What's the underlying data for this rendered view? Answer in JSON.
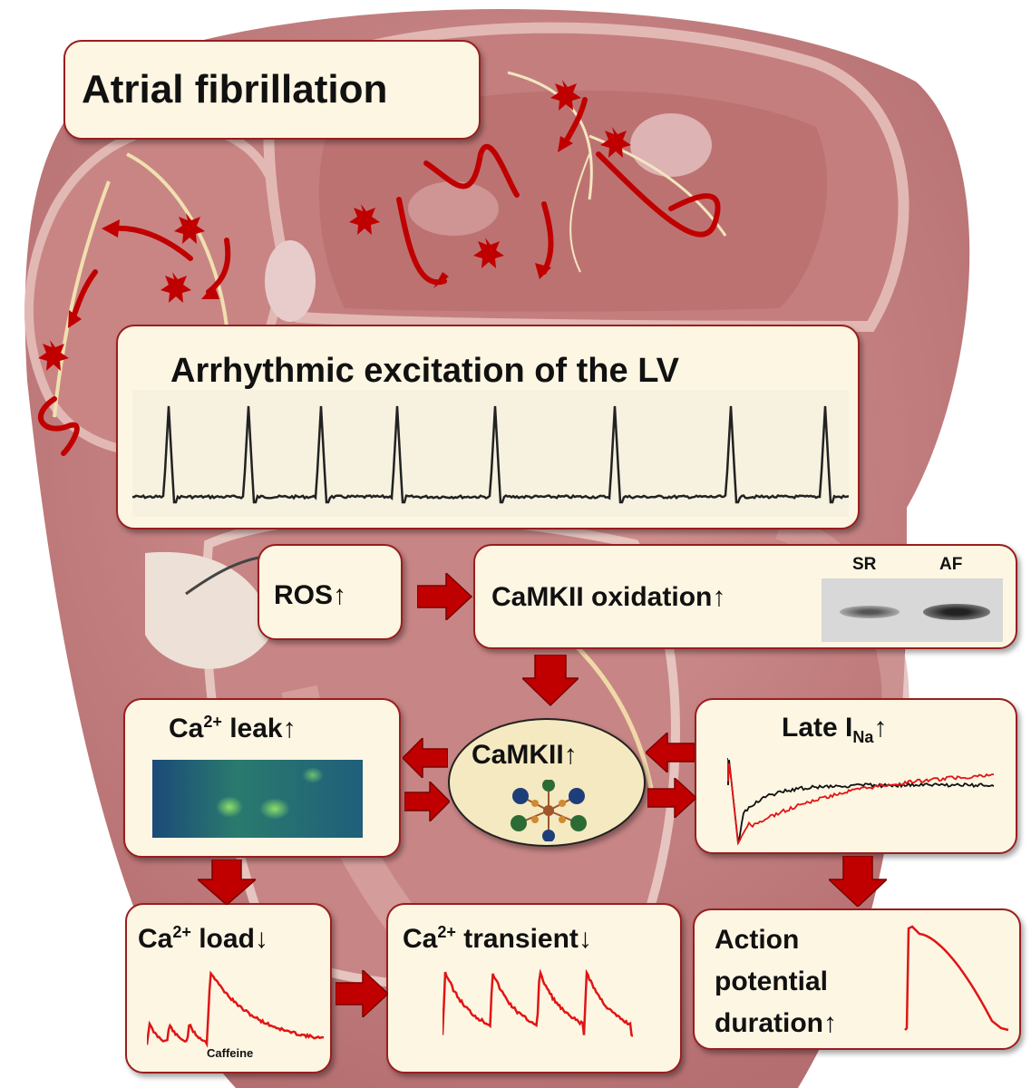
{
  "title": "Atrial fibrillation",
  "lv": {
    "title": "Arrhythmic excitation of the LV"
  },
  "ros": {
    "label": "ROS↑"
  },
  "oxidation": {
    "label": "CaMKII oxidation↑",
    "lanes": [
      "SR",
      "AF"
    ]
  },
  "leak": {
    "prefix": "Ca",
    "sup": "2+",
    "suffix": " leak↑"
  },
  "camkii": {
    "label": "CaMKII↑"
  },
  "late_ina": {
    "prefix": "Late I",
    "sub": "Na",
    "suffix": "↑"
  },
  "load": {
    "prefix": "Ca",
    "sup": "2+",
    "suffix": " load↓",
    "annotation": "Caffeine"
  },
  "transient": {
    "prefix": "Ca",
    "sup": "2+",
    "suffix": " transient↓"
  },
  "apd": {
    "lines": [
      "Action",
      "potential",
      "duration↑"
    ]
  },
  "colors": {
    "box_border": "#9a1e1e",
    "box_fill": "#fdf6e3",
    "arrow": "#c00000",
    "trace_red": "#e01515",
    "trace_black": "#111111"
  }
}
